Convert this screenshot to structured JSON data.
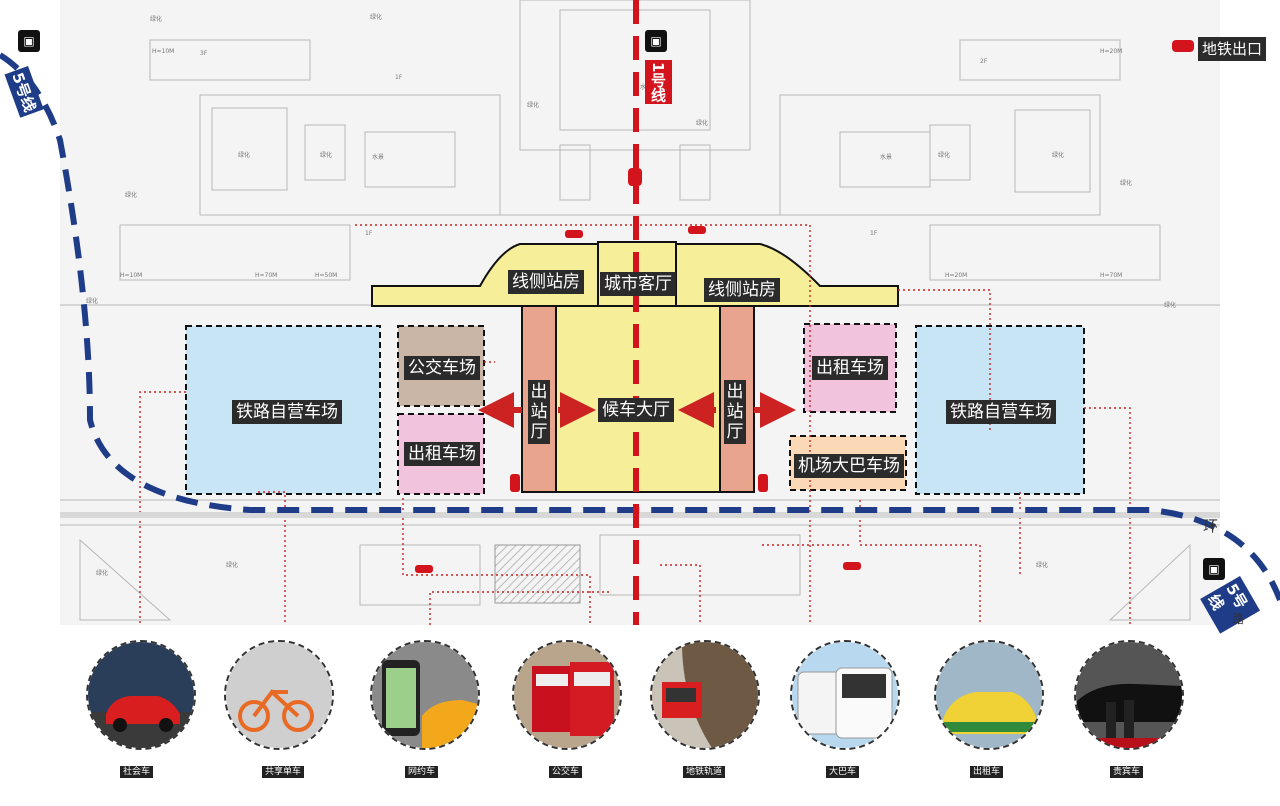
{
  "building": {
    "side_station_left": "线侧站房",
    "side_station_right": "线侧站房",
    "city_hall": "城市客厅",
    "waiting_hall": "候车大厅",
    "exit_hall_left": [
      "出",
      "站",
      "厅"
    ],
    "exit_hall_right": [
      "出",
      "站",
      "厅"
    ]
  },
  "parking": {
    "rail_left": "铁路自营车场",
    "rail_right": "铁路自营车场",
    "bus_yard": "公交车场",
    "taxi_left": "出租车场",
    "taxi_right": "出租车场",
    "airport_bus": "机场大巴车场"
  },
  "metro": {
    "line1": "1号线",
    "line5_left": "5号线",
    "line5_right": "5号线",
    "exit": "地铁出口",
    "ring": "环",
    "ring2": "路"
  },
  "plan_labels": {
    "green": "绿化",
    "water": "水景",
    "floor1": "1F",
    "floor2": "2F",
    "floor3": "3F",
    "h10": "H=10M",
    "h20": "H=20M",
    "h50": "H=50M",
    "h70": "H=70M"
  },
  "modes": [
    {
      "label": "社会车"
    },
    {
      "label": "共享单车"
    },
    {
      "label": "网约车"
    },
    {
      "label": "公交车"
    },
    {
      "label": "地铁轨道"
    },
    {
      "label": "大巴车"
    },
    {
      "label": "出租车"
    },
    {
      "label": "贵宾车"
    }
  ],
  "colors": {
    "station_yellow": "#f7ee9a",
    "exit_salmon": "#e9a48e",
    "bus_brown": "#c9b6a6",
    "taxi_pink": "#f2c3dd",
    "rail_blue": "#c7e5f4",
    "airport_peach": "#fbd9b6",
    "metro_blue": "#1f3c88",
    "metro_red": "#d3141c",
    "flow_red": "#cc2222"
  }
}
